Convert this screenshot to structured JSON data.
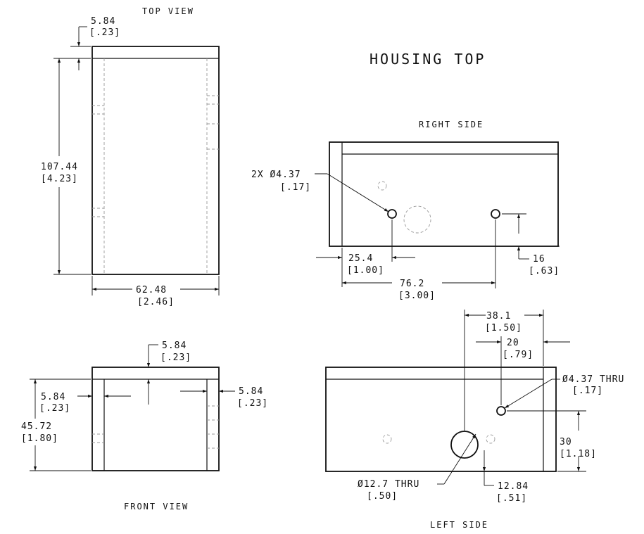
{
  "title": "HOUSING TOP",
  "views": {
    "top": "TOP VIEW",
    "front": "FRONT VIEW",
    "right": "RIGHT SIDE",
    "left": "LEFT SIDE"
  },
  "dims": {
    "top_wall": {
      "mm": "5.84",
      "in": "[.23]"
    },
    "top_length": {
      "mm": "107.44",
      "in": "[4.23]"
    },
    "top_width": {
      "mm": "62.48",
      "in": "[2.46]"
    },
    "front_top": {
      "mm": "5.84",
      "in": "[.23]"
    },
    "front_left": {
      "mm": "5.84",
      "in": "[.23]"
    },
    "front_right": {
      "mm": "5.84",
      "in": "[.23]"
    },
    "front_height": {
      "mm": "45.72",
      "in": "[1.80]"
    },
    "right_hole_dia": {
      "mm": "2X Ø4.37",
      "in": "[.17]"
    },
    "right_x1": {
      "mm": "25.4",
      "in": "[1.00]"
    },
    "right_x2": {
      "mm": "76.2",
      "in": "[3.00]"
    },
    "right_y": {
      "mm": "16",
      "in": "[.63]"
    },
    "left_x1": {
      "mm": "38.1",
      "in": "[1.50]"
    },
    "left_x2": {
      "mm": "20",
      "in": "[.79]"
    },
    "left_small_dia": {
      "mm": "Ø4.37  THRU",
      "in": "[.17]"
    },
    "left_y": {
      "mm": "30",
      "in": "[1.18]"
    },
    "left_big_dia": {
      "mm": "Ø12.7  THRU",
      "in": "[.50]"
    },
    "left_y2": {
      "mm": "12.84",
      "in": "[.51]"
    }
  }
}
